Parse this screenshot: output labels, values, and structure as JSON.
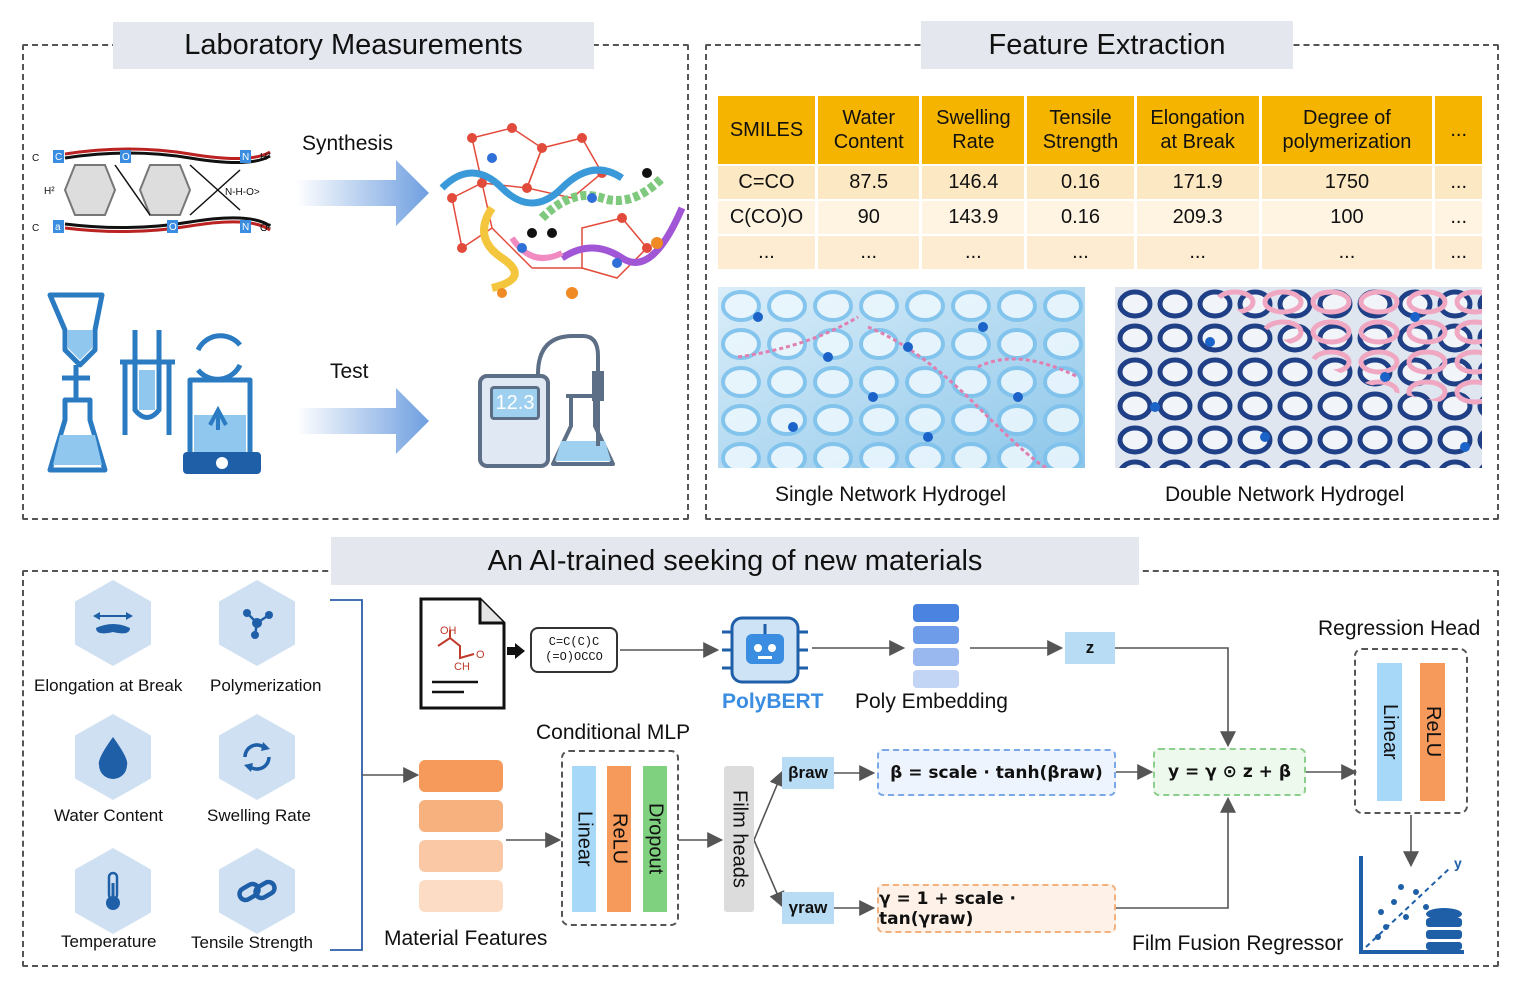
{
  "panels": {
    "lab_title": "Laboratory Measurements",
    "feature_title": "Feature Extraction",
    "ai_title": "An AI-trained seeking of new materials"
  },
  "lab": {
    "synthesis_label": "Synthesis",
    "test_label": "Test",
    "meter_reading": "12.3",
    "chem_labels": [
      "C",
      "C",
      "O",
      "N",
      "H²",
      "H²",
      "N-H-O>",
      "C",
      "a",
      "O",
      "N",
      "O²"
    ]
  },
  "table": {
    "headers": [
      "SMILES",
      "Water Content",
      "Swelling Rate",
      "Tensile Strength",
      "Elongation at Break",
      "Degree of polymerization",
      "..."
    ],
    "rows": [
      [
        "C=CO",
        "87.5",
        "146.4",
        "0.16",
        "171.9",
        "1750",
        "..."
      ],
      [
        "C(CO)O",
        "90",
        "143.9",
        "0.16",
        "209.3",
        "100",
        "..."
      ],
      [
        "...",
        "...",
        "...",
        "...",
        "...",
        "...",
        "..."
      ]
    ]
  },
  "hydrogels": {
    "single_caption": "Single Network Hydrogel",
    "double_caption": "Double Network Hydrogel"
  },
  "features": [
    {
      "label": "Elongation at Break",
      "icon": "stretch-icon"
    },
    {
      "label": "Polymerization",
      "icon": "molecule-icon"
    },
    {
      "label": "Water Content",
      "icon": "water-drop-icon"
    },
    {
      "label": "Swelling Rate",
      "icon": "refresh-icon"
    },
    {
      "label": "Temperature",
      "icon": "thermometer-icon"
    },
    {
      "label": "Tensile Strength",
      "icon": "chain-link-icon"
    }
  ],
  "pipeline": {
    "smiles_text": "C=C(C)C (=O)OCCO",
    "molecule_labels": [
      "OH",
      "CH",
      "O"
    ],
    "polybert": "PolyBERT",
    "poly_embedding": "Poly Embedding",
    "z": "z",
    "material_features": "Material Features",
    "conditional_mlp": "Conditional MLP",
    "mlp_layers": [
      "Linear",
      "ReLU",
      "Dropout"
    ],
    "film_heads": "Film heads",
    "beta_raw": "βraw",
    "gamma_raw": "γraw",
    "beta_eq": "β = scale · tanh(βraw)",
    "gamma_eq": "γ = 1 + scale · tan(γraw)",
    "fusion_eq": "y = γ ⊙ z + β",
    "regression_head": "Regression Head",
    "reg_layers": [
      "Linear",
      "ReLU"
    ],
    "film_fusion": "Film Fusion Regressor",
    "plot_y": "y"
  },
  "colors": {
    "title_bg": "#e4e8ee",
    "table_header": "#f5b400",
    "orange": "#f59a5b",
    "blue_layer": "#a8d8f8",
    "green_layer": "#7fd17f",
    "polybert": "#3a8de0",
    "hex_bg": "#cfe0f2",
    "icon": "#1e5fa8"
  }
}
